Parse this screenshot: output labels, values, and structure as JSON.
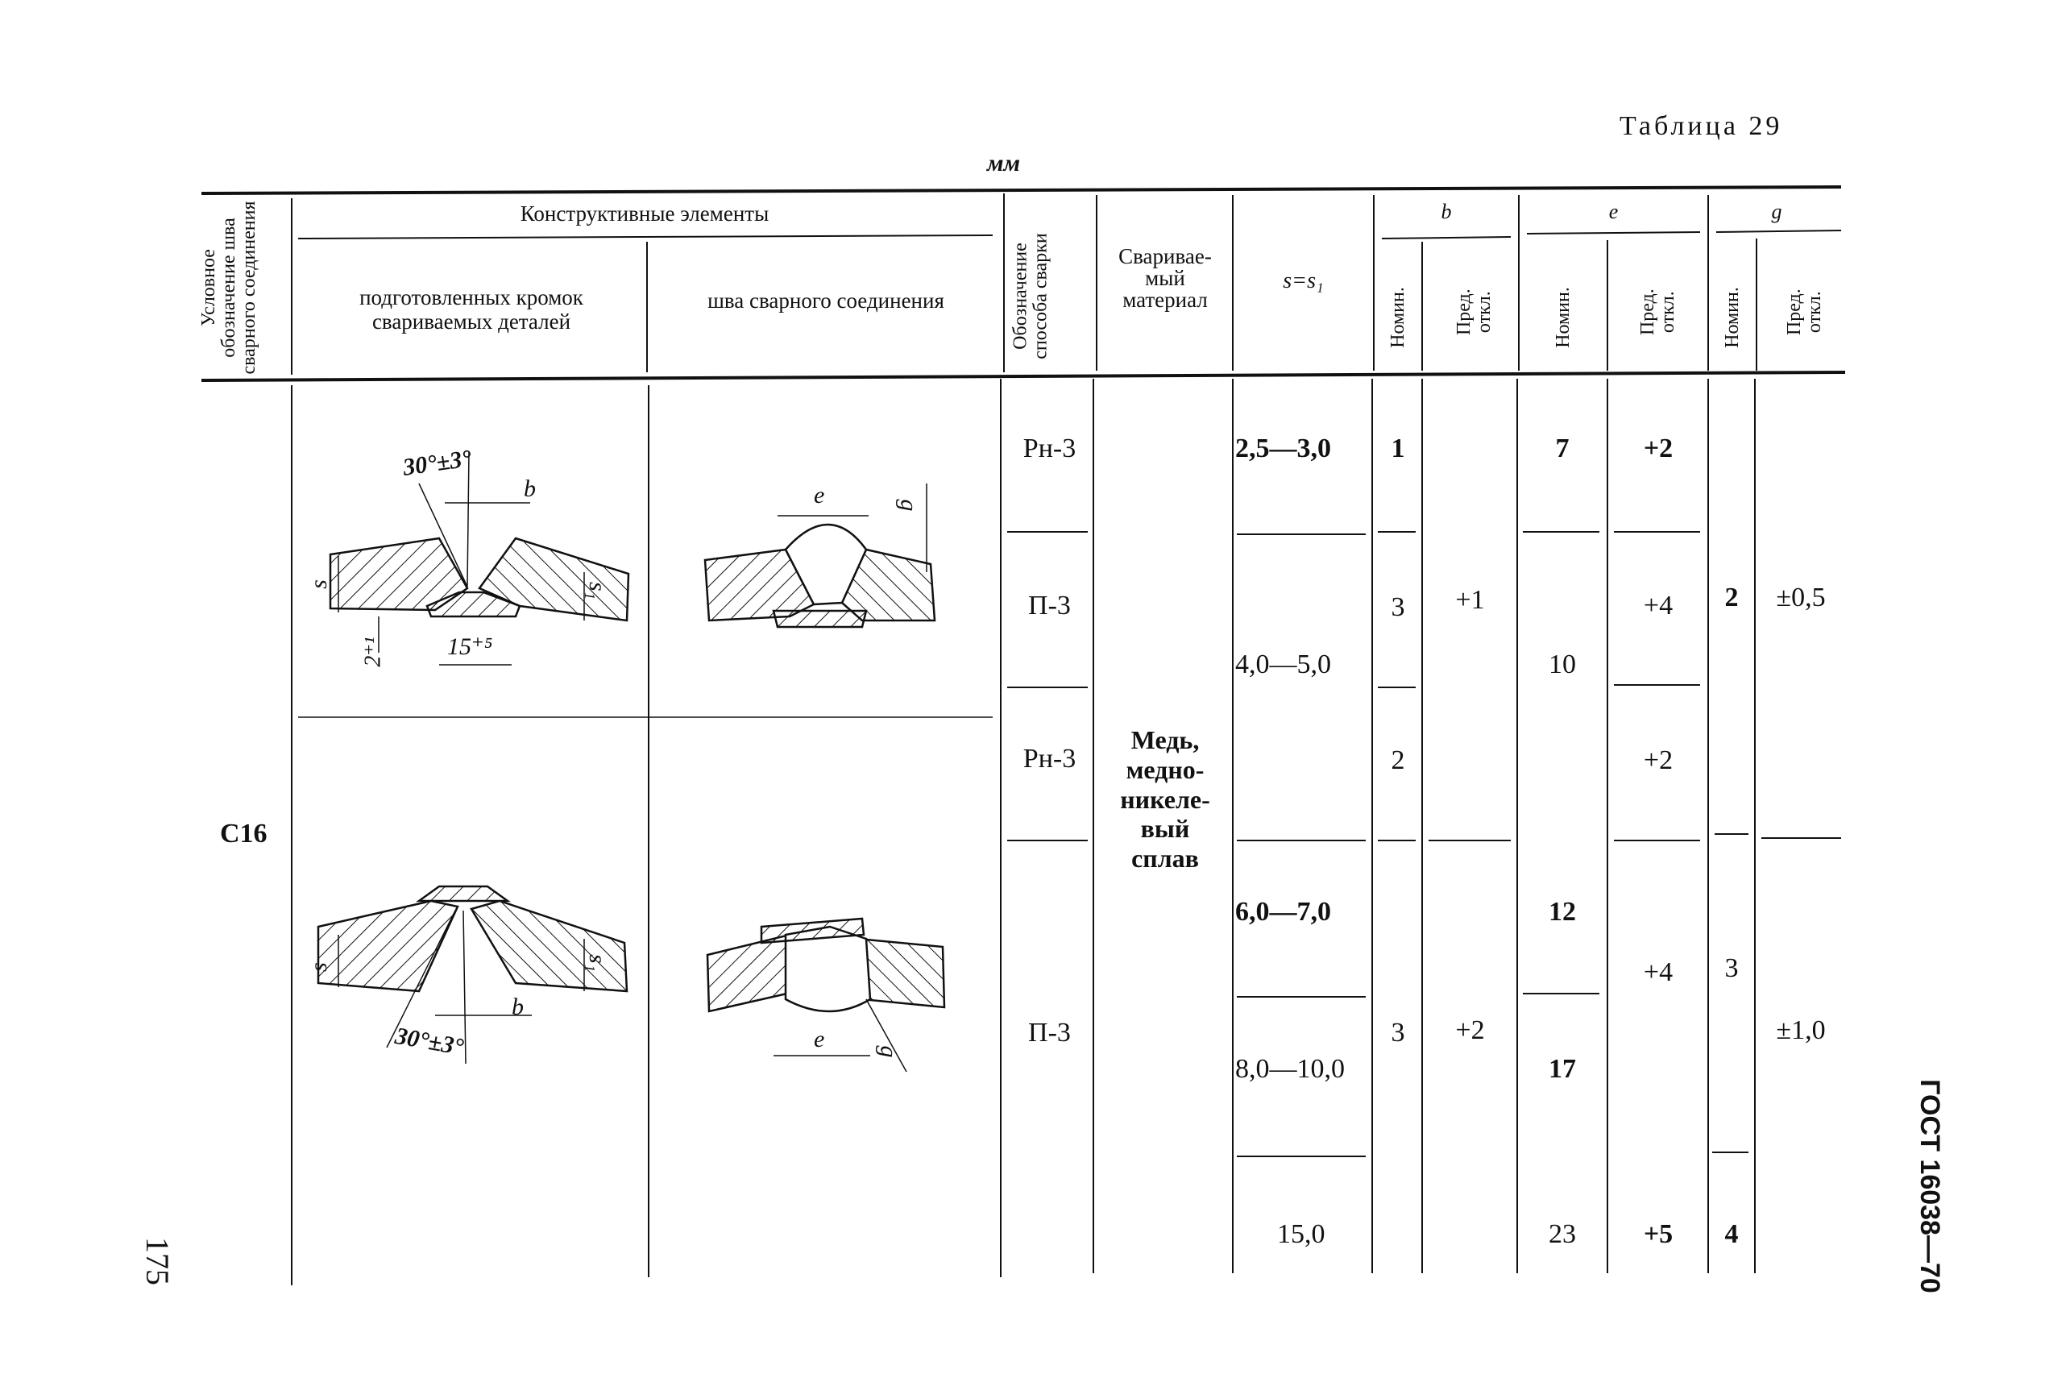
{
  "page": {
    "table_number": "Таблица 29",
    "unit": "мм",
    "page_number": "175",
    "standard": "ГОСТ 16038—70"
  },
  "header": {
    "designation": "Условное обозначение шва сварного соединения",
    "constructive": "Конструктивные элементы",
    "prepared_edges": [
      "подготовленных кромок",
      "свариваемых деталей"
    ],
    "weld_seam": "шва сварного соединения",
    "method": "Обозначение способа сварки",
    "material": [
      "Сваривае-",
      "мый",
      "материал"
    ],
    "thickness": "s=s₁",
    "b": "b",
    "e": "e",
    "g": "g",
    "nomin": "Номин.",
    "tol": [
      "Пред.",
      "откл."
    ]
  },
  "rows": {
    "designation": "C16",
    "material": [
      "Медь,",
      "медно-",
      "никеле-",
      "вый",
      "сплав"
    ],
    "methods": [
      "Рн-3",
      "П-3",
      "Рн-3",
      "П-3"
    ],
    "thickness": [
      "2,5—3,0",
      "4,0—5,0",
      "6,0—7,0",
      "8,0—10,0",
      "15,0"
    ],
    "b_nomin": [
      "1",
      "3",
      "2",
      "3"
    ],
    "b_tol": [
      "+1",
      "+2"
    ],
    "e_nomin": [
      "7",
      "10",
      "12",
      "17",
      "23"
    ],
    "e_tol": [
      "+2",
      "+4",
      "+2",
      "+4",
      "+5"
    ],
    "g_nomin": [
      "2",
      "3",
      "4"
    ],
    "g_tol": [
      "±0,5",
      "±1,0"
    ]
  },
  "drawing_labels": {
    "angle": "30°±3°",
    "b": "b",
    "s": "s",
    "s1": "s₁",
    "gap": "2⁺¹",
    "overlap": "15⁺⁵",
    "e": "e",
    "g": "g"
  }
}
